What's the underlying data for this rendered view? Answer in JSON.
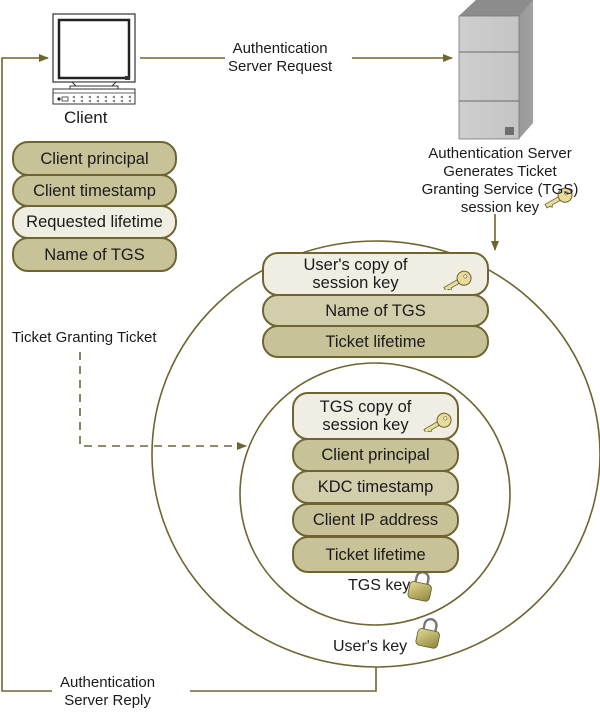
{
  "client": {
    "label": "Client",
    "fields": [
      {
        "label": "Client principal",
        "shade": "dark"
      },
      {
        "label": "Client timestamp",
        "shade": "dark"
      },
      {
        "label": "Requested lifetime",
        "shade": "light"
      },
      {
        "label": "Name of TGS",
        "shade": "dark"
      }
    ]
  },
  "request_arrow": {
    "line1": "Authentication",
    "line2": "Server Request"
  },
  "server": {
    "caption_lines": [
      "Authentication Server",
      "Generates Ticket",
      "Granting Service (TGS)",
      "session key"
    ],
    "icon": "key-icon"
  },
  "outer_envelope": {
    "fields": [
      {
        "line1": "User's copy of",
        "line2": "session key",
        "shade": "light",
        "icon": "key-icon"
      },
      {
        "label": "Name of TGS",
        "shade": "mid"
      },
      {
        "label": "Ticket lifetime",
        "shade": "dark"
      }
    ],
    "lock_label": "User's key",
    "lock_icon": "padlock-icon"
  },
  "ticket_granting_ticket": {
    "label": "Ticket Granting Ticket",
    "fields": [
      {
        "line1": "TGS copy of",
        "line2": "session key",
        "shade": "light",
        "icon": "key-icon"
      },
      {
        "label": "Client principal",
        "shade": "dark"
      },
      {
        "label": "KDC timestamp",
        "shade": "mid"
      },
      {
        "label": "Client IP address",
        "shade": "dark"
      },
      {
        "label": "Ticket lifetime",
        "shade": "dark"
      }
    ],
    "lock_label": "TGS key",
    "lock_icon": "padlock-icon"
  },
  "reply_arrow": {
    "line1": "Authentication",
    "line2": "Server Reply"
  },
  "colors": {
    "line": "#6e6530",
    "pill_dark": "#c8c299",
    "pill_mid": "#d2cdab",
    "pill_light": "#f0eee2",
    "key": "#e8dc9a",
    "lock": "#b8ad5a"
  }
}
